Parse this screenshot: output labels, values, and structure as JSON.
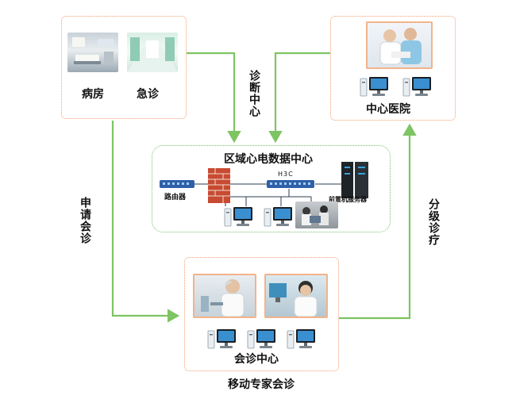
{
  "labels": {
    "ward": "病房",
    "emergency": "急诊",
    "diagnosis_center": "诊断中心",
    "central_hospital": "中心医院",
    "regional_ecg_center": "区域心电数据中心",
    "router": "路由器",
    "switch_brand": "H3C",
    "front_server": "前置机服务器",
    "apply_consultation": "申请会诊",
    "tiered_treatment": "分级诊疗",
    "consultation_center": "会诊中心",
    "mobile_expert_consultation": "移动专家会诊"
  },
  "colors": {
    "connector": "#7dc462",
    "box_orange": "#f4a070",
    "box_green": "#79c36a",
    "device_blue": "#2f5fa8"
  }
}
